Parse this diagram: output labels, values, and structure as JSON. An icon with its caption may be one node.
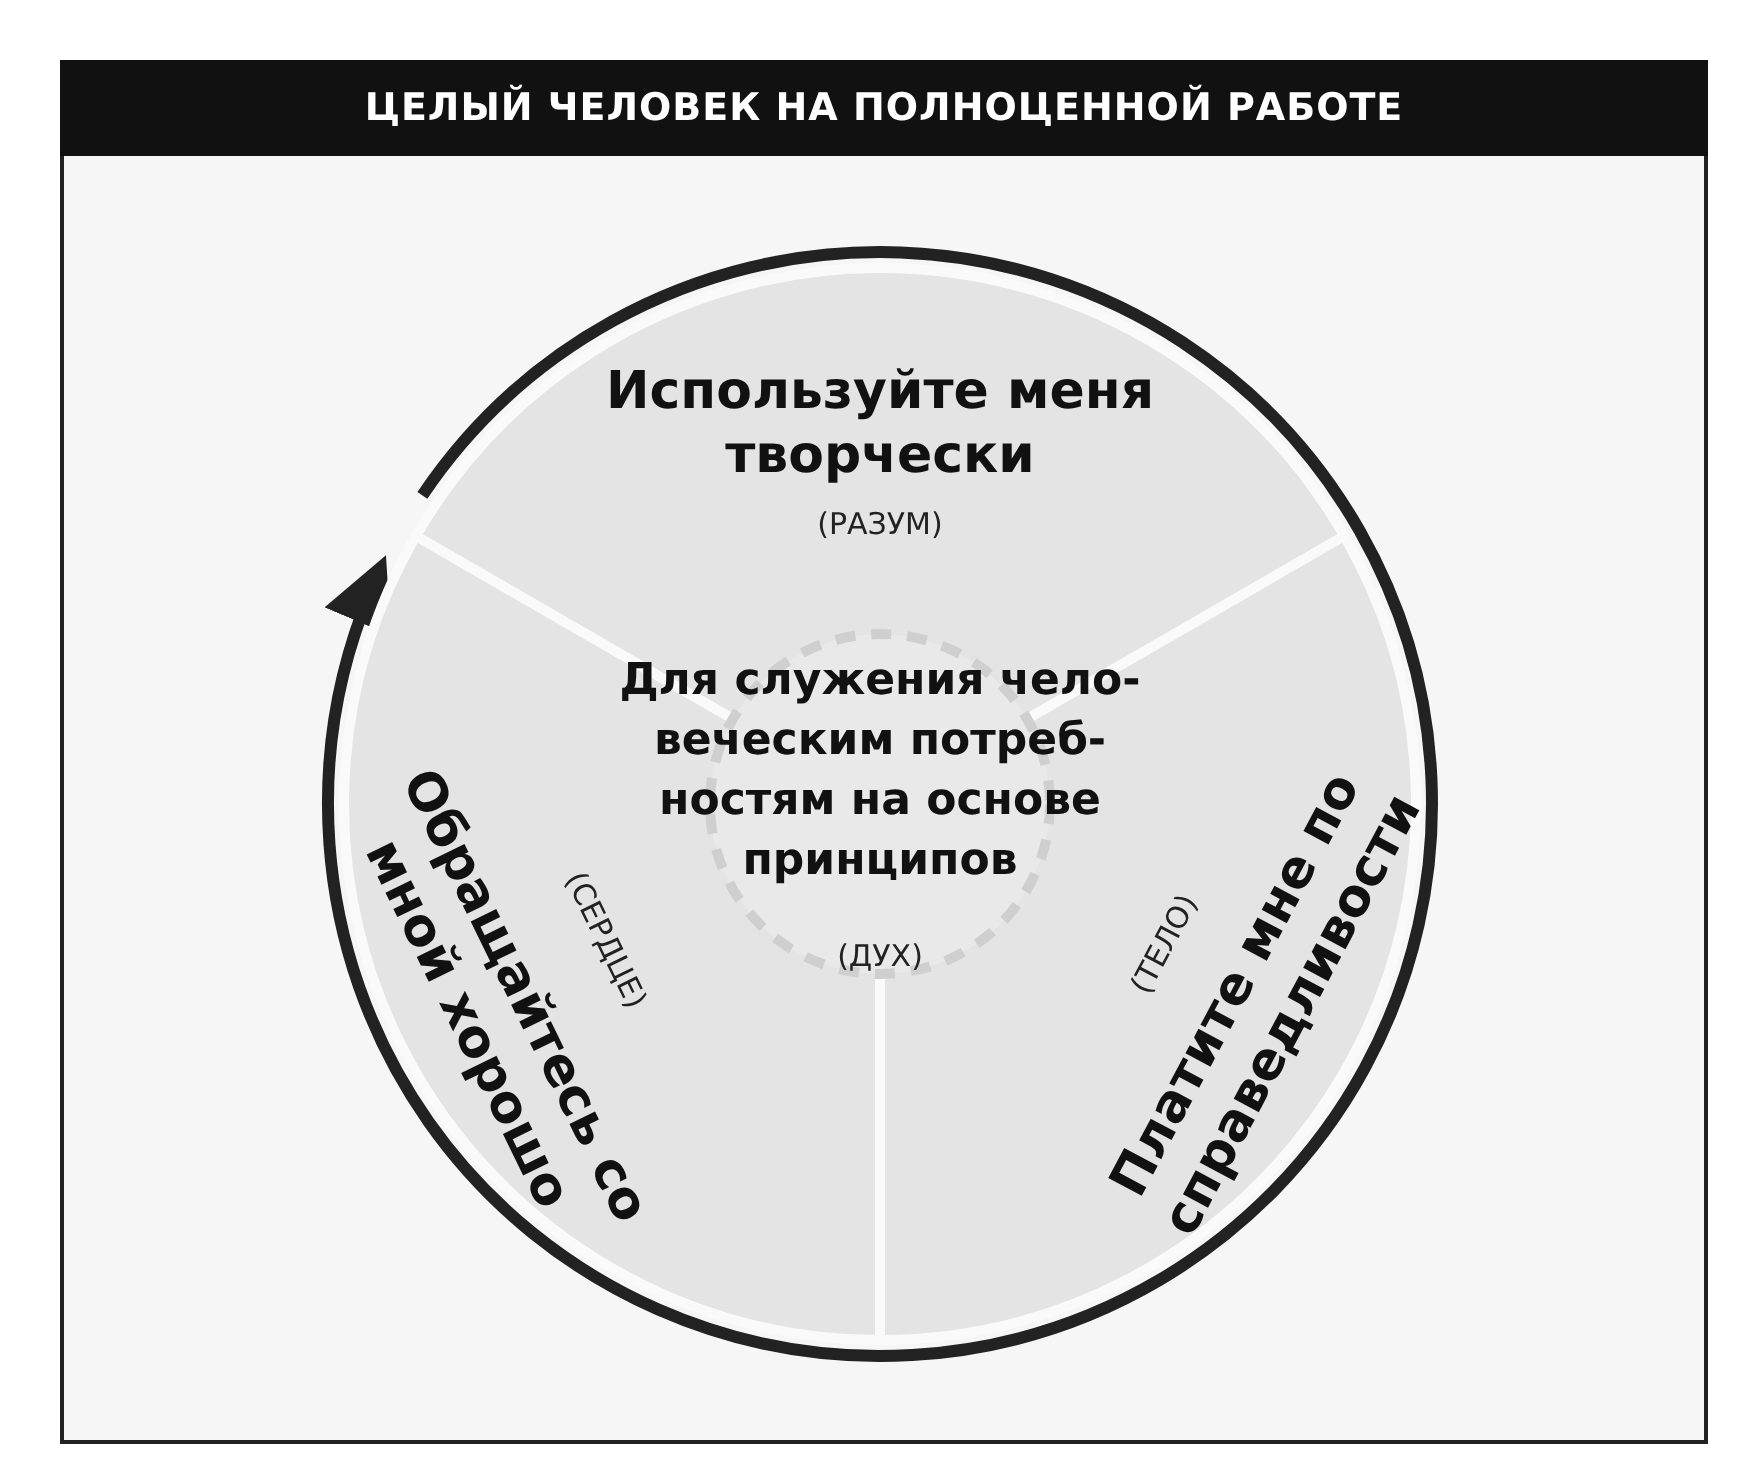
{
  "diagram": {
    "title": "ЦЕЛЫЙ ЧЕЛОВЕК НА ПОЛНОЦЕННОЙ РАБОТЕ",
    "nodes": [
      {
        "text": [
          "Используйте меня творчески",
          "(РАЗУМ)"
        ]
      },
      {
        "text": [
          "Для служения чело- веческим потреб- ностям на основе принципов",
          "(ДУХ)"
        ]
      },
      {
        "text": [
          "Обращайтесь со мной хорошо",
          "(СЕРДЦЕ)"
        ]
      },
      {
        "text": [
          "Платите мне по справедливости",
          "(ТЕЛО)"
        ]
      }
    ],
    "edges": []
  }
}
